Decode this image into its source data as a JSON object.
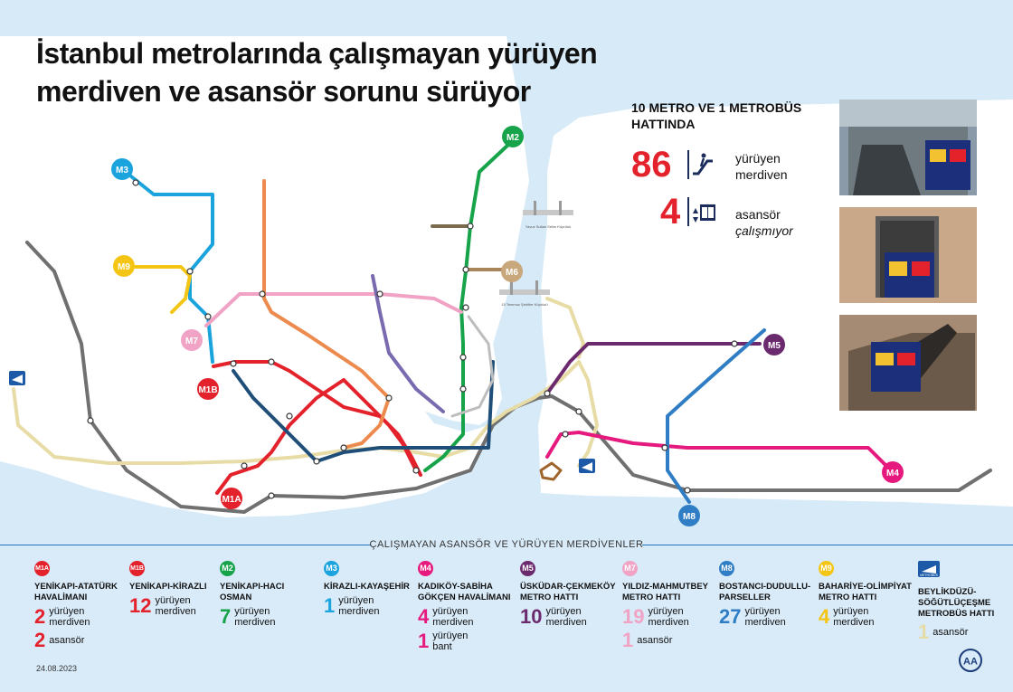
{
  "title": {
    "line1": "İstanbul metrolarında çalışmayan yürüyen",
    "line2": "merdiven ve asansör sorunu sürüyor"
  },
  "stats": {
    "heading_line1": "10 METRO VE 1 METROBÜS",
    "heading_line2": "HATTINDA",
    "escalator_count": "86",
    "escalator_label_line1": "yürüyen",
    "escalator_label_line2": "merdiven",
    "elevator_count": "4",
    "elevator_label_line1": "asansör",
    "elevator_label_line2": "çalışmıyor"
  },
  "map": {
    "bridge_labels": [
      "Yavuz Sultan Selim Köprüsü",
      "15 Temmuz Şehitler Köprüsü"
    ],
    "line_badges": [
      {
        "code": "M3",
        "color": "#1aa3dd"
      },
      {
        "code": "M9",
        "color": "#f5c516"
      },
      {
        "code": "M7",
        "color": "#f0a3c4"
      },
      {
        "code": "M1B",
        "color": "#e3222c"
      },
      {
        "code": "M1A",
        "color": "#e3222c"
      },
      {
        "code": "M2",
        "color": "#16a34a"
      },
      {
        "code": "M6",
        "color": "#c9a77c"
      },
      {
        "code": "M5",
        "color": "#6b2a6e"
      },
      {
        "code": "M4",
        "color": "#e6197e"
      },
      {
        "code": "M8",
        "color": "#2f7dc4"
      }
    ]
  },
  "legend": {
    "heading": "ÇALIŞMAYAN ASANSÖR VE  YÜRÜYEN MERDİVENLER",
    "items": [
      {
        "code": "M1A",
        "color": "#e3222c",
        "name": "YENİKAPI-ATATÜRK HAVALİMANI",
        "rows": [
          {
            "num": "2",
            "line1": "yürüyen",
            "line2": "merdiven"
          },
          {
            "num": "2",
            "line1": "asansör",
            "line2": ""
          }
        ]
      },
      {
        "code": "M1B",
        "color": "#e3222c",
        "name": "YENİKAPI-KİRAZLI",
        "rows": [
          {
            "num": "12",
            "line1": "yürüyen",
            "line2": "merdiven"
          }
        ]
      },
      {
        "code": "M2",
        "color": "#16a34a",
        "name": "YENİKAPI-HACI OSMAN",
        "rows": [
          {
            "num": "7",
            "line1": "yürüyen",
            "line2": "merdiven"
          }
        ]
      },
      {
        "code": "M3",
        "color": "#1aa3dd",
        "name": "KİRAZLI-KAYAŞEHİR",
        "rows": [
          {
            "num": "1",
            "line1": "yürüyen",
            "line2": "merdiven"
          }
        ]
      },
      {
        "code": "M4",
        "color": "#e6197e",
        "name": "KADIKÖY-SABİHA GÖKÇEN HAVALİMANI",
        "rows": [
          {
            "num": "4",
            "line1": "yürüyen",
            "line2": "merdiven"
          },
          {
            "num": "1",
            "line1": "yürüyen",
            "line2": "bant"
          }
        ]
      },
      {
        "code": "M5",
        "color": "#6b2a6e",
        "name": "ÜSKÜDAR-ÇEKMEKÖY METRO HATTI",
        "rows": [
          {
            "num": "10",
            "line1": "yürüyen",
            "line2": "merdiven"
          }
        ]
      },
      {
        "code": "M7",
        "color": "#f0a3c4",
        "name": "YILDIZ-MAHMUTBEY METRO HATTI",
        "rows": [
          {
            "num": "19",
            "line1": "yürüyen",
            "line2": "merdiven"
          },
          {
            "num": "1",
            "line1": "asansör",
            "line2": ""
          }
        ]
      },
      {
        "code": "M8",
        "color": "#2f7dc4",
        "name": "BOSTANCI-DUDULLU-PARSELLER",
        "rows": [
          {
            "num": "27",
            "line1": "yürüyen",
            "line2": "merdiven"
          }
        ]
      },
      {
        "code": "M9",
        "color": "#f5c516",
        "name": "BAHARİYE-OLİMPİYAT METRO HATTI",
        "rows": [
          {
            "num": "4",
            "line1": "yürüyen",
            "line2": "merdiven"
          }
        ]
      },
      {
        "code": "METROBÜS",
        "color": "#1c5aa8",
        "name": "BEYLİKDÜZÜ-SÖĞÜTLÜÇEŞME METROBÜS HATTI",
        "rows": [
          {
            "num": "1",
            "line1": "asansör",
            "line2": ""
          }
        ]
      }
    ]
  },
  "footer": {
    "date": "24.08.2023",
    "agency_logo": "AA"
  }
}
